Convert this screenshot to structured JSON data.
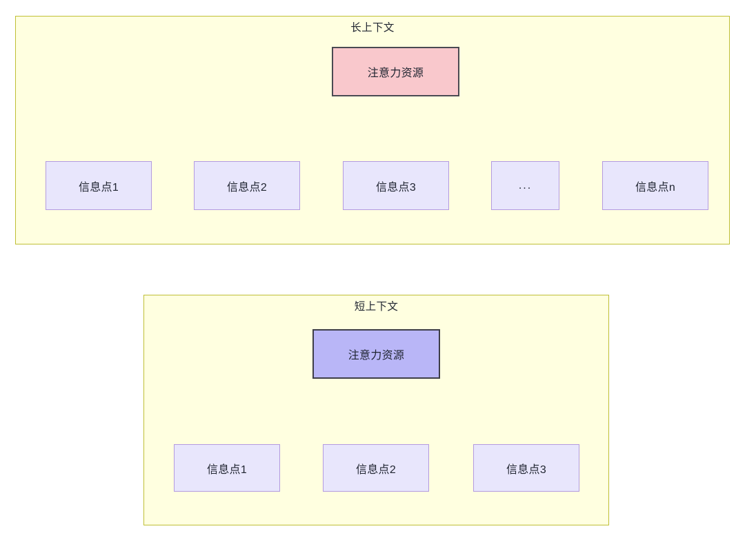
{
  "diagram": {
    "type": "node-link-diagram",
    "background": "#ffffff",
    "palette": {
      "context_fill": "#ffffe0",
      "context_border": "#bfbf35",
      "attention_long_fill": "#f9c8cc",
      "attention_long_border": "#4a4a52",
      "attention_short_fill": "#b9b6f7",
      "attention_short_border": "#3d3d47",
      "info_fill": "#e8e6fc",
      "info_border": "#b39ae0",
      "edge_color": "#333340",
      "text_color": "#1f2430"
    }
  },
  "long_context": {
    "title": "长上下文",
    "attention_node": {
      "label": "注意力资源"
    },
    "info_nodes": [
      {
        "label": "信息点1"
      },
      {
        "label": "信息点2"
      },
      {
        "label": "信息点3"
      },
      {
        "label": "..."
      },
      {
        "label": "信息点n"
      }
    ],
    "edge_count": 5
  },
  "short_context": {
    "title": "短上下文",
    "attention_node": {
      "label": "注意力资源"
    },
    "info_nodes": [
      {
        "label": "信息点1"
      },
      {
        "label": "信息点2"
      },
      {
        "label": "信息点3"
      }
    ],
    "edge_count": 3
  }
}
